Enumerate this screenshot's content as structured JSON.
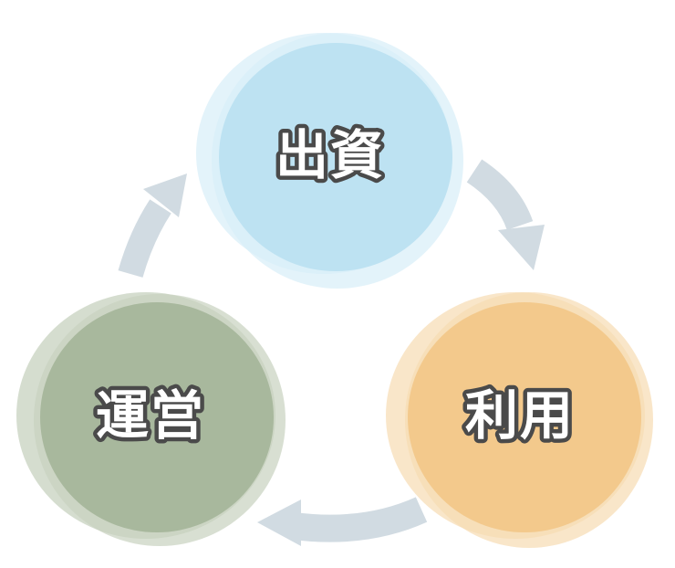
{
  "nodes": [
    {
      "id": "top",
      "label": "出資",
      "color": "#bde2f2",
      "halo": "#d7eef8"
    },
    {
      "id": "right",
      "label": "利用",
      "color": "#f3c98c",
      "halo": "#f7dcb2"
    },
    {
      "id": "left",
      "label": "運営",
      "color": "#a8b89d",
      "halo": "#c7d2bf"
    }
  ],
  "arrow_color": "#d1dbe2",
  "label_outline_color": "#4a4a4a"
}
